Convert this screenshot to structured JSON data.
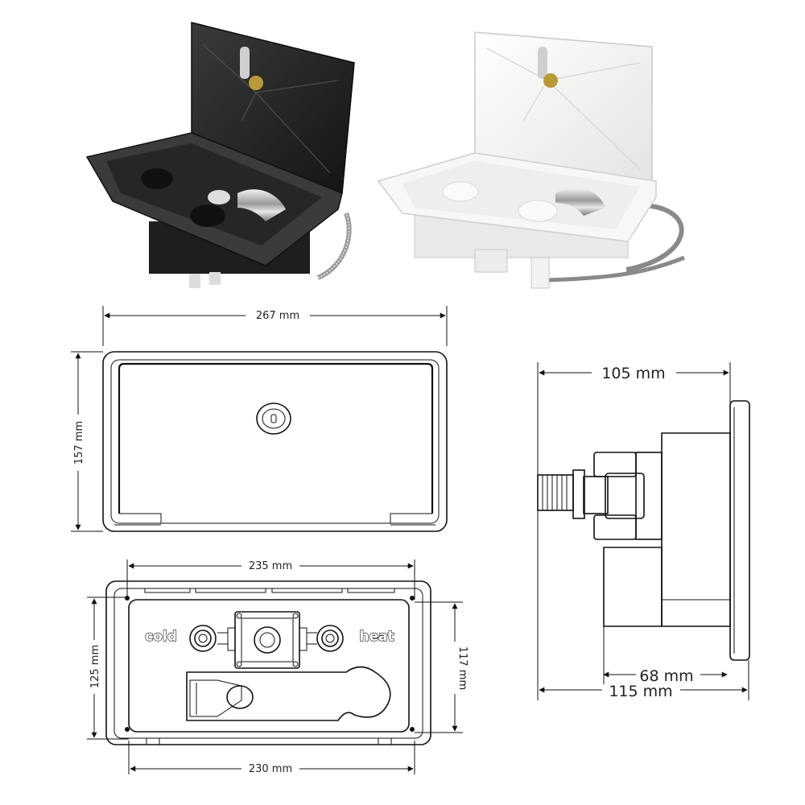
{
  "photos": {
    "black_unit": {
      "body": "#2a2a2a",
      "lid": "#222222",
      "accent": "#cfcfcf"
    },
    "white_unit": {
      "body": "#f1f1ef",
      "lid": "#f6f6f4",
      "accent": "#d9d9d6"
    }
  },
  "front_view": {
    "width_label": "267 mm",
    "height_label": "157 mm"
  },
  "back_view": {
    "inner_width_label": "235 mm",
    "outer_width_label": "230 mm",
    "left_height_label": "125 mm",
    "right_height_label": "117 mm",
    "cold_label": "cold",
    "heat_label": "heat"
  },
  "side_view": {
    "depth_label": "105 mm",
    "body_depth_label": "68 mm",
    "total_depth_label": "115 mm"
  }
}
